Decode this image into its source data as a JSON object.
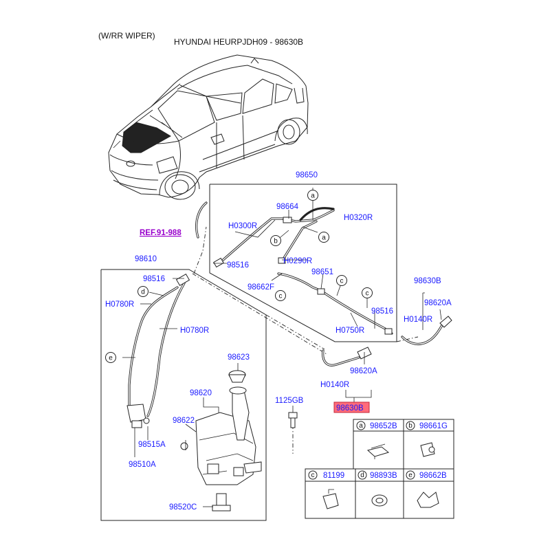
{
  "header": {
    "variant": "(W/RR WIPER)",
    "catalog_ref": "HYUNDAI HEURPJDH09 - 98630B"
  },
  "highlight_color": "#ff6b7a",
  "label_color": "#1a1aff",
  "ref_color": "#9900cc",
  "labels": {
    "p98650": "98650",
    "p98664": "98664",
    "h0320r": "H0320R",
    "h0300r": "H0300R",
    "ref": "REF.91-988",
    "p98516_top": "98516",
    "h0290r": "H0290R",
    "p98651": "98651",
    "p98662f": "98662F",
    "p98516_right": "98516",
    "h0750r": "H0750R",
    "p98610": "98610",
    "p98516_left": "98516",
    "h0780r_left": "H0780R",
    "h0780r_mid": "H0780R",
    "p98630b_right": "98630B",
    "p98620a_right": "98620A",
    "h0140r_right": "H0140R",
    "p98620a_mid": "98620A",
    "h0140r_mid": "H0140R",
    "p98630b_highlight": "98630B",
    "p98623": "98623",
    "p98620": "98620",
    "p98622": "98622",
    "p1125gb": "1125GB",
    "p98515a": "98515A",
    "p98510a": "98510A",
    "p98520c": "98520C"
  },
  "callouts": {
    "a1": "a",
    "a2": "a",
    "b1": "b",
    "c1": "c",
    "c2": "c",
    "c3": "c",
    "d1": "d",
    "e1": "e"
  },
  "legend": [
    {
      "letter": "a",
      "code": "98652B"
    },
    {
      "letter": "b",
      "code": "98661G"
    },
    {
      "letter": "c",
      "code": "81199"
    },
    {
      "letter": "d",
      "code": "98893B"
    },
    {
      "letter": "e",
      "code": "98662B"
    }
  ]
}
